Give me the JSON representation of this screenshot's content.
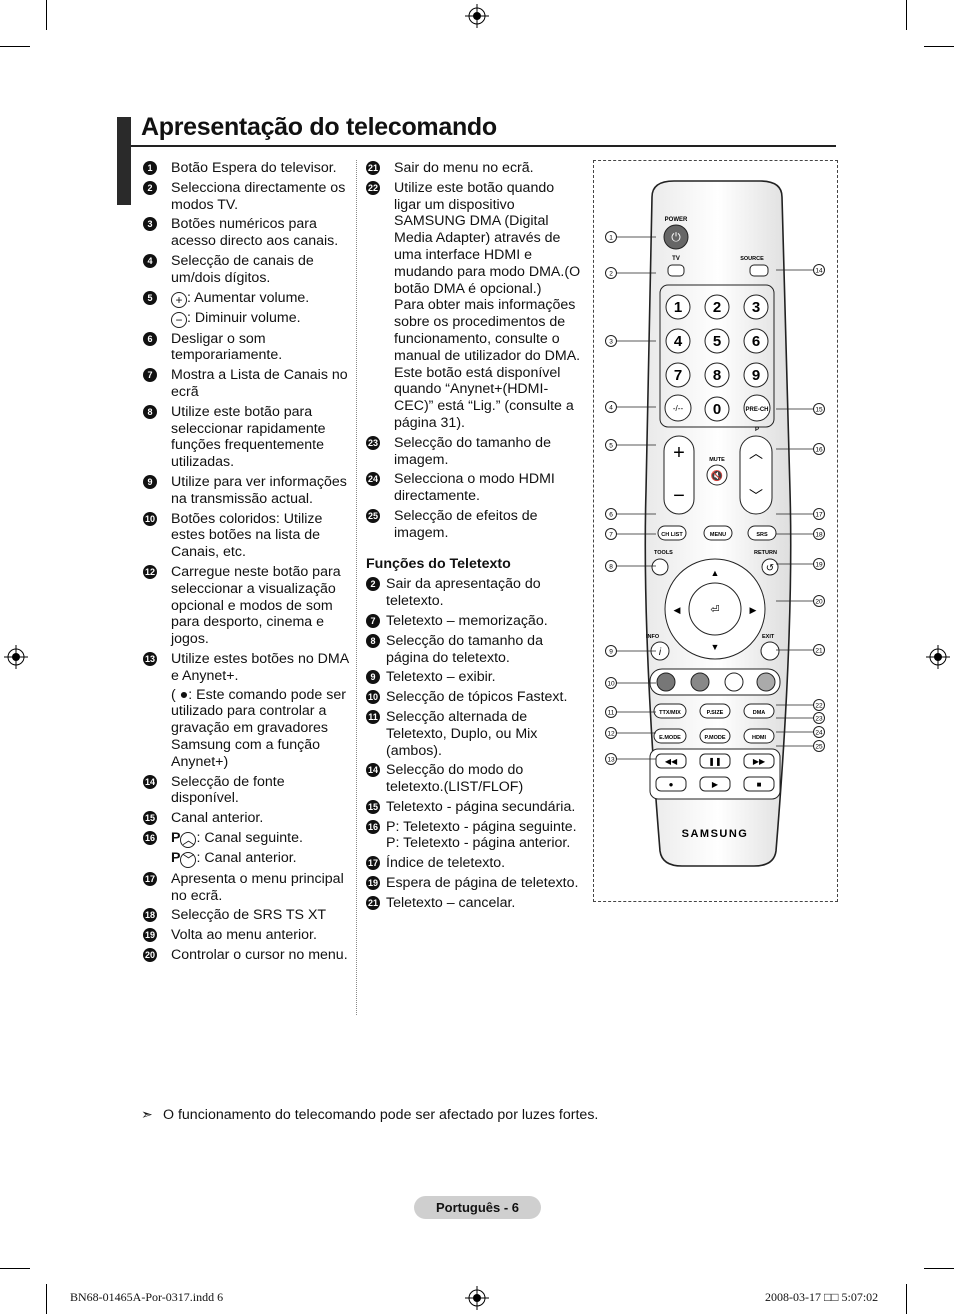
{
  "title": "Apresentação do telecomando",
  "col1": [
    {
      "n": "1",
      "lines": [
        "Botão Espera do televisor."
      ]
    },
    {
      "n": "2",
      "lines": [
        "Selecciona directamente os modos TV."
      ]
    },
    {
      "n": "3",
      "lines": [
        "Botões numéricos para acesso directo aos canais."
      ]
    },
    {
      "n": "4",
      "lines": [
        "Selecção de canais de um/dois dígitos."
      ]
    },
    {
      "n": "5",
      "lines": [
        ": Aumentar volume."
      ],
      "sub": ": Diminuir volume.",
      "icon": "+",
      "subicon": "−"
    },
    {
      "n": "6",
      "lines": [
        "Desligar o som temporariamente."
      ]
    },
    {
      "n": "7",
      "lines": [
        "Mostra a Lista de Canais no ecrã"
      ]
    },
    {
      "n": "8",
      "lines": [
        "Utilize este botão para seleccionar rapidamente funções frequentemente utilizadas."
      ]
    },
    {
      "n": "9",
      "lines": [
        "Utilize para ver informações na transmissão actual."
      ]
    },
    {
      "n": "10",
      "lines": [
        "Botões coloridos: Utilize estes botões na lista de Canais, etc."
      ]
    },
    {
      "n": "12",
      "lines": [
        "Carregue neste botão para seleccionar a visualização opcional e modos de som para desporto, cinema e jogos."
      ]
    },
    {
      "n": "13",
      "lines": [
        "Utilize estes botões no DMA e Anynet+."
      ],
      "sub2": "( ●: Este comando pode ser utilizado para controlar a gravação em gravadores Samsung com a função Anynet+)"
    },
    {
      "n": "14",
      "lines": [
        "Selecção de fonte disponível."
      ]
    },
    {
      "n": "15",
      "lines": [
        "Canal anterior."
      ]
    },
    {
      "n": "16",
      "p1": "P",
      "t1": ": Canal seguinte.",
      "p2": "P",
      "t2": ": Canal anterior."
    },
    {
      "n": "17",
      "lines": [
        "Apresenta o menu principal no ecrã."
      ]
    },
    {
      "n": "18",
      "lines": [
        "Selecção de SRS TS XT"
      ]
    },
    {
      "n": "19",
      "lines": [
        "Volta ao menu anterior."
      ]
    },
    {
      "n": "20",
      "lines": [
        "Controlar o cursor no menu."
      ]
    }
  ],
  "col2": [
    {
      "n": "21",
      "lines": [
        "Sair do menu no ecrã."
      ]
    },
    {
      "n": "22",
      "lines": [
        "Utilize este botão quando ligar um dispositivo SAMSUNG DMA (Digital Media Adapter) através de uma interface HDMI e mudando para modo DMA.(O botão DMA é opcional.)",
        "Para obter mais informações sobre os procedimentos de funcionamento, consulte o manual de utilizador do DMA.",
        "Este botão está disponível quando “Anynet+(HDMI-CEC)” está “Lig.” (consulte a página 31)."
      ]
    },
    {
      "n": "23",
      "lines": [
        "Selecção do tamanho de imagem."
      ]
    },
    {
      "n": "24",
      "lines": [
        "Selecciona o modo HDMI directamente."
      ]
    },
    {
      "n": "25",
      "lines": [
        "Selecção de efeitos de imagem."
      ]
    }
  ],
  "teletext_title": "Funções do Teletexto",
  "teletext": [
    {
      "n": "2",
      "t": "Sair da apresentação do teletexto."
    },
    {
      "n": "7",
      "t": "Teletexto – memorização."
    },
    {
      "n": "8",
      "t": "Selecção do tamanho da página do teletexto."
    },
    {
      "n": "9",
      "t": "Teletexto – exibir."
    },
    {
      "n": "10",
      "t": "Selecção de tópicos Fastext."
    },
    {
      "n": "11",
      "t": "Selecção alternada de Teletexto, Duplo, ou Mix (ambos)."
    },
    {
      "n": "14",
      "t": "Selecção do modo do teletexto.(LIST/FLOF)"
    },
    {
      "n": "15",
      "t": "Teletexto - página secundária."
    },
    {
      "n": "16",
      "t1": "P: Teletexto - página seguinte.",
      "t2": "P: Teletexto - página anterior."
    },
    {
      "n": "17",
      "t": "Índice de teletexto."
    },
    {
      "n": "19",
      "t": "Espera de página de teletexto."
    },
    {
      "n": "21",
      "t": "Teletexto – cancelar."
    }
  ],
  "remote": {
    "power": "POWER",
    "tv": "TV",
    "source": "SOURCE",
    "digits": [
      "1",
      "2",
      "3",
      "4",
      "5",
      "6",
      "7",
      "8",
      "9",
      "0"
    ],
    "prech": "PRE-CH",
    "mute": "MUTE",
    "p": "P",
    "chlist": "CH LIST",
    "menu": "MENU",
    "srs": "SRS",
    "tools": "TOOLS",
    "return": "RETURN",
    "info": "INFO",
    "exit": "EXIT",
    "ttx": "TTX/MIX",
    "psize": "P.SIZE",
    "dma": "DMA",
    "emode": "E.MODE",
    "pmode": "P.MODE",
    "hdmi": "HDMI",
    "brand": "SAMSUNG",
    "left_callouts": [
      "1",
      "2",
      "3",
      "4",
      "5",
      "6",
      "7",
      "8",
      "9",
      "10",
      "11",
      "12",
      "13"
    ],
    "right_callouts": [
      "14",
      "15",
      "16",
      "17",
      "18",
      "19",
      "20",
      "21",
      "22",
      "23",
      "24",
      "25"
    ]
  },
  "note": "O funcionamento do telecomando pode ser afectado por luzes fortes.",
  "footer": "Português - 6",
  "slug_left": "BN68-01465A-Por-0317.indd   6",
  "slug_right": "2008-03-17   □□ 5:07:02"
}
